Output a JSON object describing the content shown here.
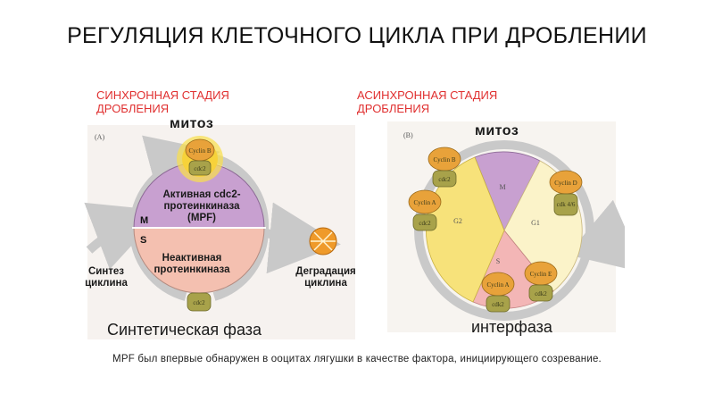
{
  "title": "РЕГУЛЯЦИЯ КЛЕТОЧНОГО ЦИКЛА ПРИ ДРОБЛЕНИИ",
  "left_panel": {
    "heading_line1": "СИНХРОННАЯ СТАДИЯ",
    "heading_line2": "ДРОБЛЕНИЯ",
    "panel_letter": "(A)",
    "mitosis_label": "митоз",
    "active_line1": "Активная cdc2-",
    "active_line2": "протеинкиназа",
    "active_line3": "(MPF)",
    "inactive_line1": "Неактивная",
    "inactive_line2": "протеинкиназа",
    "m_letter": "M",
    "s_letter": "S",
    "synthesis_line1": "Синтез",
    "synthesis_line2": "циклина",
    "degradation_line1": "Деградация",
    "degradation_line2": "циклина",
    "synthetic_phase": "Синтетическая фаза",
    "cyclin_b": "Cyclin B",
    "cdc2": "cdc2"
  },
  "right_panel": {
    "heading_line1": "АСИНХРОННАЯ СТАДИЯ",
    "heading_line2": "ДРОБЛЕНИЯ",
    "panel_letter": "(B)",
    "mitosis_label": "митоз",
    "interphase_label": "интерфаза",
    "phases": {
      "m": "M",
      "g1": "G1",
      "s": "S",
      "g2": "G2"
    },
    "complexes": [
      {
        "cyclin": "Cyclin B",
        "kinase": "cdc2"
      },
      {
        "cyclin": "Cyclin A",
        "kinase": "cdc2"
      },
      {
        "cyclin": "Cyclin A",
        "kinase": "cdk2"
      },
      {
        "cyclin": "Cyclin E",
        "kinase": "cdk2"
      },
      {
        "cyclin": "Cyclin D",
        "kinase": "cdk 4/6"
      }
    ]
  },
  "footnote": "MPF был впервые обнаружен в ооцитах лягушки в качестве фактора, инициирующего созревание.",
  "colors": {
    "heading_red": "#e03030",
    "purple": "#c8a0d0",
    "salmon": "#f4c0b0",
    "yellow": "#f7e27a",
    "pale_yellow": "#fbf3c9",
    "pink": "#f3b6b6",
    "kinase_green": "#a8a24a",
    "cyclin_orange": "#e8a23a"
  }
}
